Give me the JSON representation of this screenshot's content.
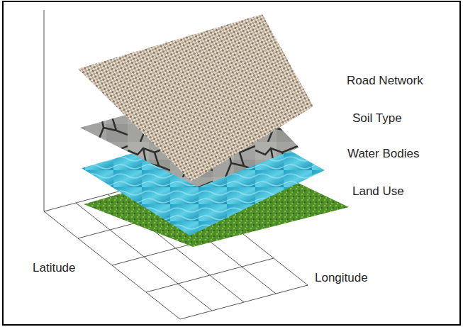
{
  "diagram": {
    "labels": [
      "Road Network",
      "Soil Type",
      "Water Bodies",
      "Land Use",
      "Latitude",
      "Longitude"
    ]
  }
}
